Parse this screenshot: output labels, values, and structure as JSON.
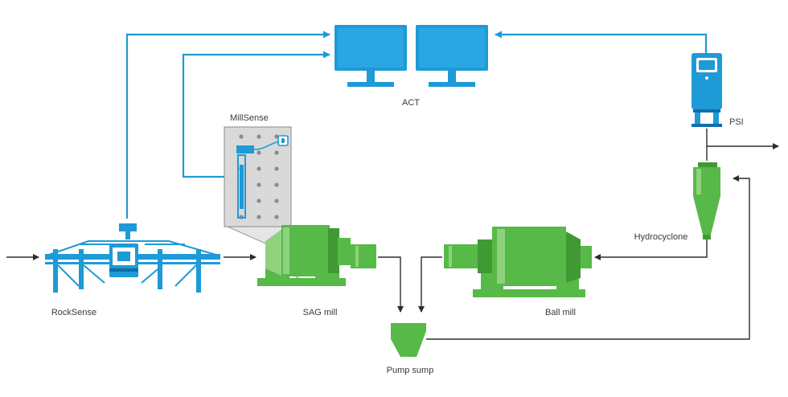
{
  "labels": {
    "act": "ACT",
    "psi": "PSI",
    "millsense": "MillSense",
    "rocksense": "RockSense",
    "sag_mill": "SAG mill",
    "ball_mill": "Ball mill",
    "hydrocyclone": "Hydrocyclone",
    "pump_sump": "Pump sump"
  },
  "colors": {
    "signal_blue": "#1e9ad6",
    "equipment_green": "#57b947",
    "flow_line": "#2d2d2d"
  }
}
